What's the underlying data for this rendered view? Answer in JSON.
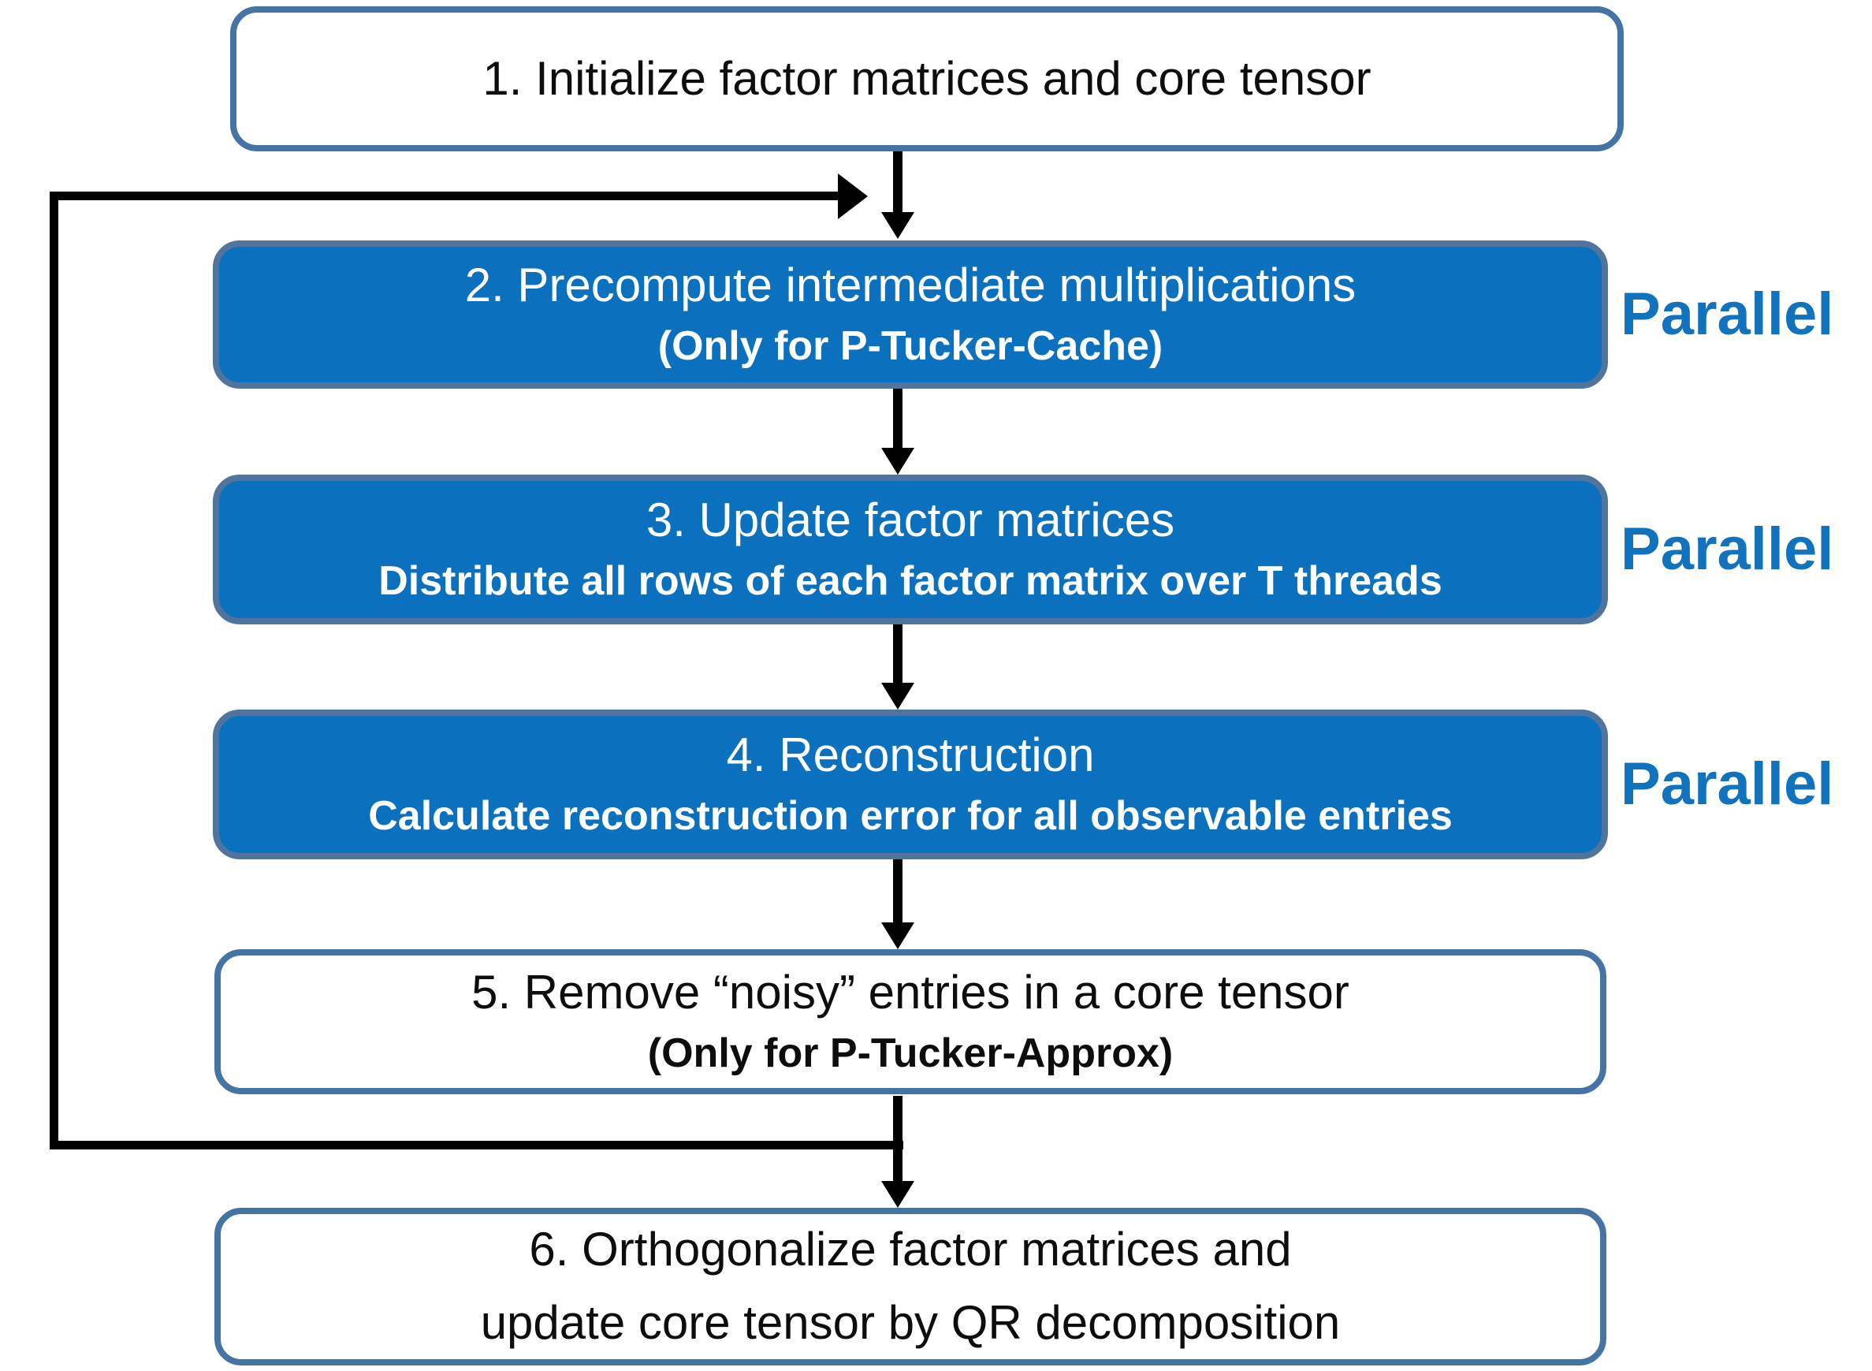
{
  "flowchart": {
    "steps": [
      {
        "title": "1. Initialize factor matrices and core tensor"
      },
      {
        "title": "2. Precompute intermediate multiplications",
        "subtitle": "(Only for P-Tucker-Cache)"
      },
      {
        "title": "3. Update factor matrices",
        "subtitle": "Distribute all rows of each factor matrix over T threads"
      },
      {
        "title": "4. Reconstruction",
        "subtitle": "Calculate reconstruction error for all observable entries"
      },
      {
        "title": "5. Remove “noisy” entries in a core tensor",
        "subtitle": "(Only for P-Tucker-Approx)"
      },
      {
        "title": "6. Orthogonalize factor matrices and",
        "title_line2": "update core tensor by QR decomposition"
      }
    ],
    "parallel_label": "Parallel",
    "colors": {
      "highlight_box_fill": "#0b70bd",
      "highlight_box_border": "#50749c",
      "plain_box_border": "#4573a4",
      "highlight_text": "#ffffff",
      "plain_text": "#0d0d0d",
      "parallel_text": "#1173bd",
      "arrow": "#000000"
    }
  }
}
